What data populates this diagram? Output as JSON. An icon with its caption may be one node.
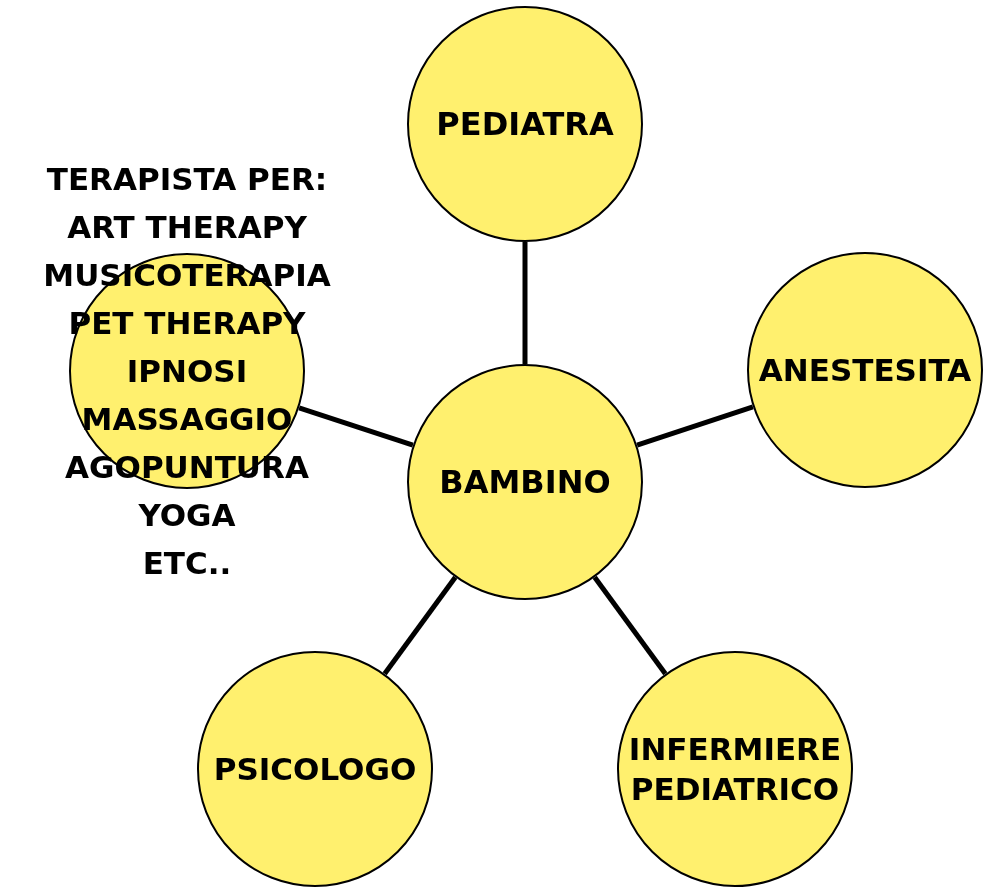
{
  "diagram": {
    "nodes": [
      {
        "text": [
          "PEDIATRA"
        ]
      },
      {
        "text": [
          "TERAPISTA PER:",
          "ART THERAPY",
          "MUSICOTERAPIA",
          "PET THERAPY",
          "IPNOSI",
          "MASSAGGIO",
          "AGOPUNTURA",
          "YOGA",
          "ETC.."
        ]
      },
      {
        "text": [
          "ANESTESITA"
        ]
      },
      {
        "text": [
          "BAMBINO"
        ]
      },
      {
        "text": [
          "PSICOLOGO"
        ]
      },
      {
        "text": [
          "INFERMIERE PEDIATRICO"
        ]
      }
    ],
    "edges": [
      {
        "from": 3,
        "to": 0,
        "arrow": "none"
      },
      {
        "from": 3,
        "to": 1,
        "arrow": "none"
      },
      {
        "from": 3,
        "to": 2,
        "arrow": "none"
      },
      {
        "from": 3,
        "to": 4,
        "arrow": "none"
      },
      {
        "from": 3,
        "to": 5,
        "arrow": "none"
      }
    ]
  }
}
